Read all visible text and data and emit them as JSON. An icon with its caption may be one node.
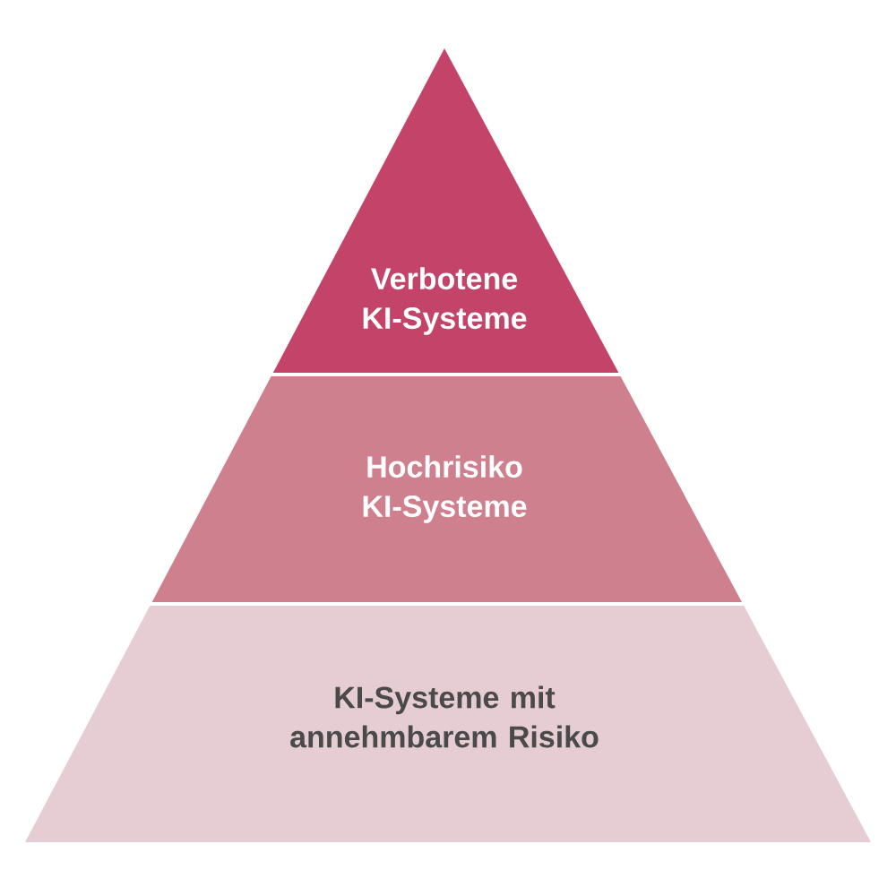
{
  "diagram": {
    "nodes": [
      {
        "text": [
          "Verbotene KI-Systeme"
        ]
      },
      {
        "text": [
          "Hochrisiko KI-Systeme"
        ]
      },
      {
        "text": [
          "KI-Systeme mit annehmbarem Risiko"
        ]
      }
    ]
  }
}
